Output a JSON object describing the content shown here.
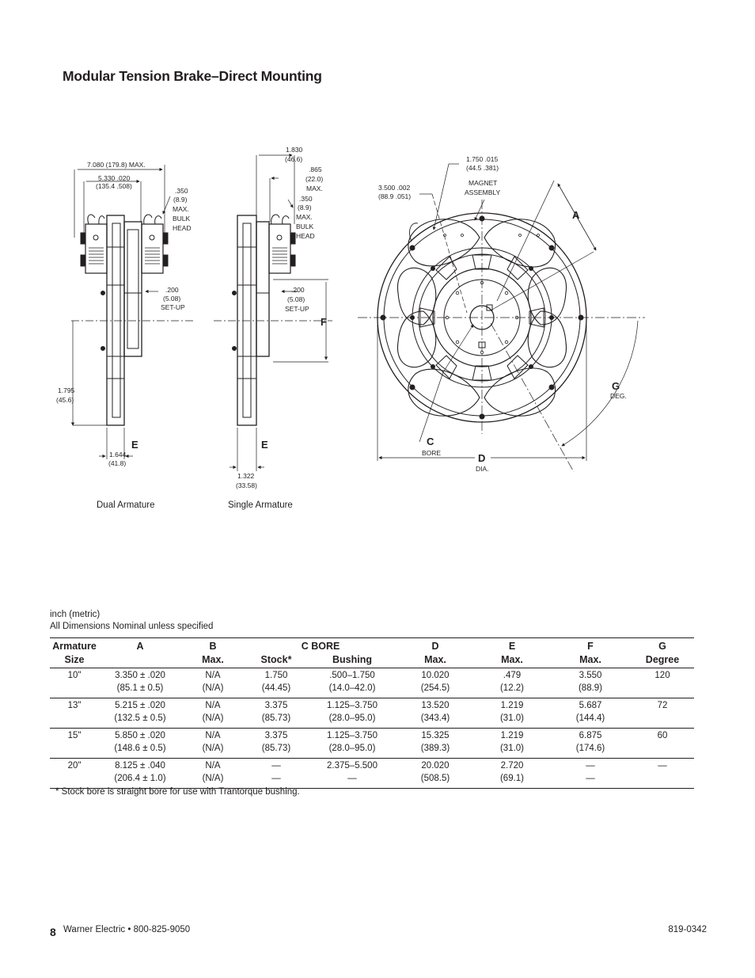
{
  "title": "Modular Tension Brake–Direct Mounting",
  "drawing": {
    "dual": {
      "caption": "Dual Armature",
      "dim_max": "7.080 (179.8) MAX.",
      "dim_530a": "5.330  .020",
      "dim_530b": "(135.4  .508)",
      "bulk1": ".350",
      "bulk2": "(8.9)",
      "bulk3": "MAX.",
      "bulk4": "BULK",
      "bulk5": "HEAD",
      "setup1": ".200",
      "setup2": "(5.08)",
      "setup3": "SET-UP",
      "h1": "1.795",
      "h2": "(45.6)",
      "e1": "1.644",
      "e2": "(41.8)",
      "e_letter": "E"
    },
    "single": {
      "caption": "Single Armature",
      "d1": "1.830",
      "d2": "(46.6)",
      "m1": ".865",
      "m2": "(22.0)",
      "m3": "MAX.",
      "bulk1": ".350",
      "bulk2": "(8.9)",
      "bulk3": "MAX.",
      "bulk4": "BULK",
      "bulk5": "HEAD",
      "setup1": ".200",
      "setup2": "(5.08)",
      "setup3": "SET-UP",
      "e1": "1.322",
      "e2": "(33.58)",
      "e_letter": "E",
      "f_letter": "F"
    },
    "front": {
      "d1750a": "1.750  .015",
      "d1750b": "(44.5  .381)",
      "d3500a": "3.500  .002",
      "d3500b": "(88.9  .051)",
      "magnet1": "MAGNET",
      "magnet2": "ASSEMBLY",
      "a_letter": "A",
      "g_letter": "G",
      "g_sub": "DEG.",
      "c_letter": "C",
      "c_sub": "BORE",
      "d_letter": "D",
      "d_sub": "DIA."
    }
  },
  "units_line1": "inch (metric)",
  "units_line2": "All Dimensions Nominal unless specified",
  "table": {
    "headers": {
      "armature1": "Armature",
      "armature2": "Size",
      "a": "A",
      "b1": "B",
      "b2": "Max.",
      "cbore": "C BORE",
      "stock": "Stock*",
      "bushing": "Bushing",
      "d1": "D",
      "d2": "Max.",
      "e1": "E",
      "e2": "Max.",
      "f1": "F",
      "f2": "Max.",
      "g1": "G",
      "g2": "Degree"
    },
    "rows": [
      {
        "size": "10\"",
        "a1": "3.350 ± .020",
        "a2": "(85.1 ± 0.5)",
        "b1": "N/A",
        "b2": "(N/A)",
        "stock1": "1.750",
        "stock2": "(44.45)",
        "bush1": ".500–1.750",
        "bush2": "(14.0–42.0)",
        "d1": "10.020",
        "d2": "(254.5)",
        "e1": ".479",
        "e2": "(12.2)",
        "f1": "3.550",
        "f2": "(88.9)",
        "g": "120"
      },
      {
        "size": "13\"",
        "a1": "5.215 ± .020",
        "a2": "(132.5 ± 0.5)",
        "b1": "N/A",
        "b2": "(N/A)",
        "stock1": "3.375",
        "stock2": "(85.73)",
        "bush1": "1.125–3.750",
        "bush2": "(28.0–95.0)",
        "d1": "13.520",
        "d2": "(343.4)",
        "e1": "1.219",
        "e2": "(31.0)",
        "f1": "5.687",
        "f2": "(144.4)",
        "g": "72"
      },
      {
        "size": "15\"",
        "a1": "5.850 ± .020",
        "a2": "(148.6 ± 0.5)",
        "b1": "N/A",
        "b2": "(N/A)",
        "stock1": "3.375",
        "stock2": "(85.73)",
        "bush1": "1.125–3.750",
        "bush2": "(28.0–95.0)",
        "d1": "15.325",
        "d2": "(389.3)",
        "e1": "1.219",
        "e2": "(31.0)",
        "f1": "6.875",
        "f2": "(174.6)",
        "g": "60"
      },
      {
        "size": "20\"",
        "a1": "8.125 ± .040",
        "a2": "(206.4 ± 1.0)",
        "b1": "N/A",
        "b2": "(N/A)",
        "stock1": "—",
        "stock2": "—",
        "bush1": "2.375–5.500",
        "bush2": "—",
        "d1": "20.020",
        "d2": "(508.5)",
        "e1": "2.720",
        "e2": "(69.1)",
        "f1": "—",
        "f2": "—",
        "g": "—"
      }
    ]
  },
  "footnote": "* Stock bore is straight bore for use with Trantorque bushing.",
  "footer": {
    "page_number": "8",
    "company": "Warner Electric • 800-825-9050",
    "doc_number": "819-0342"
  }
}
